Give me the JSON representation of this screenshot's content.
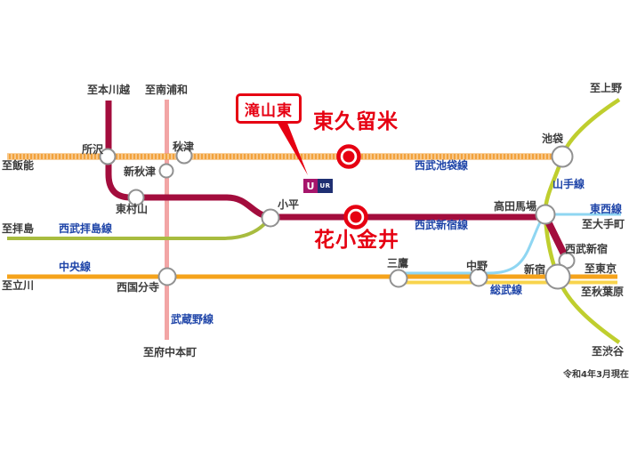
{
  "note": "令和4年3月現在",
  "callout": {
    "label": "滝山東"
  },
  "ur_logo": {
    "left_text": "U",
    "right_text": "UR"
  },
  "highlighted_stations": [
    {
      "name": "東久留米"
    },
    {
      "name": "花小金井"
    }
  ],
  "stations": [
    {
      "name": "所沢"
    },
    {
      "name": "秋津"
    },
    {
      "name": "新秋津"
    },
    {
      "name": "東村山"
    },
    {
      "name": "小平"
    },
    {
      "name": "西国分寺"
    },
    {
      "name": "三鷹"
    },
    {
      "name": "中野"
    },
    {
      "name": "新宿"
    },
    {
      "name": "高田馬場"
    },
    {
      "name": "池袋"
    },
    {
      "name": "西武新宿"
    }
  ],
  "line_labels": [
    {
      "name": "西武池袋線"
    },
    {
      "name": "西武新宿線"
    },
    {
      "name": "西武拝島線"
    },
    {
      "name": "武蔵野線"
    },
    {
      "name": "中央線"
    },
    {
      "name": "総武線"
    },
    {
      "name": "東西線"
    },
    {
      "name": "山手線"
    }
  ],
  "destinations": [
    {
      "name": "至本川越"
    },
    {
      "name": "至南浦和"
    },
    {
      "name": "至飯能"
    },
    {
      "name": "至拝島"
    },
    {
      "name": "至立川"
    },
    {
      "name": "至府中本町"
    },
    {
      "name": "至上野"
    },
    {
      "name": "至大手町"
    },
    {
      "name": "至東京"
    },
    {
      "name": "至秋葉原"
    },
    {
      "name": "至渋谷"
    }
  ],
  "colors": {
    "highlight_red": "#e60012",
    "seibu_ikebukuro_orange": "#f2a23c",
    "seibu_shinjuku_dark_red": "#a30d3d",
    "musashino_pink": "#f2a5a5",
    "seibu_haijima_green": "#a8bc3f",
    "chuo_orange": "#f5a31b",
    "sobu_yellow": "#f8d44c",
    "tozai_light_blue": "#8fd6f2",
    "yamanote_green": "#bfce2e",
    "line_label_blue": "#1e44a8",
    "ur_magenta": "#a6156b",
    "ur_navy": "#1f2f72"
  }
}
